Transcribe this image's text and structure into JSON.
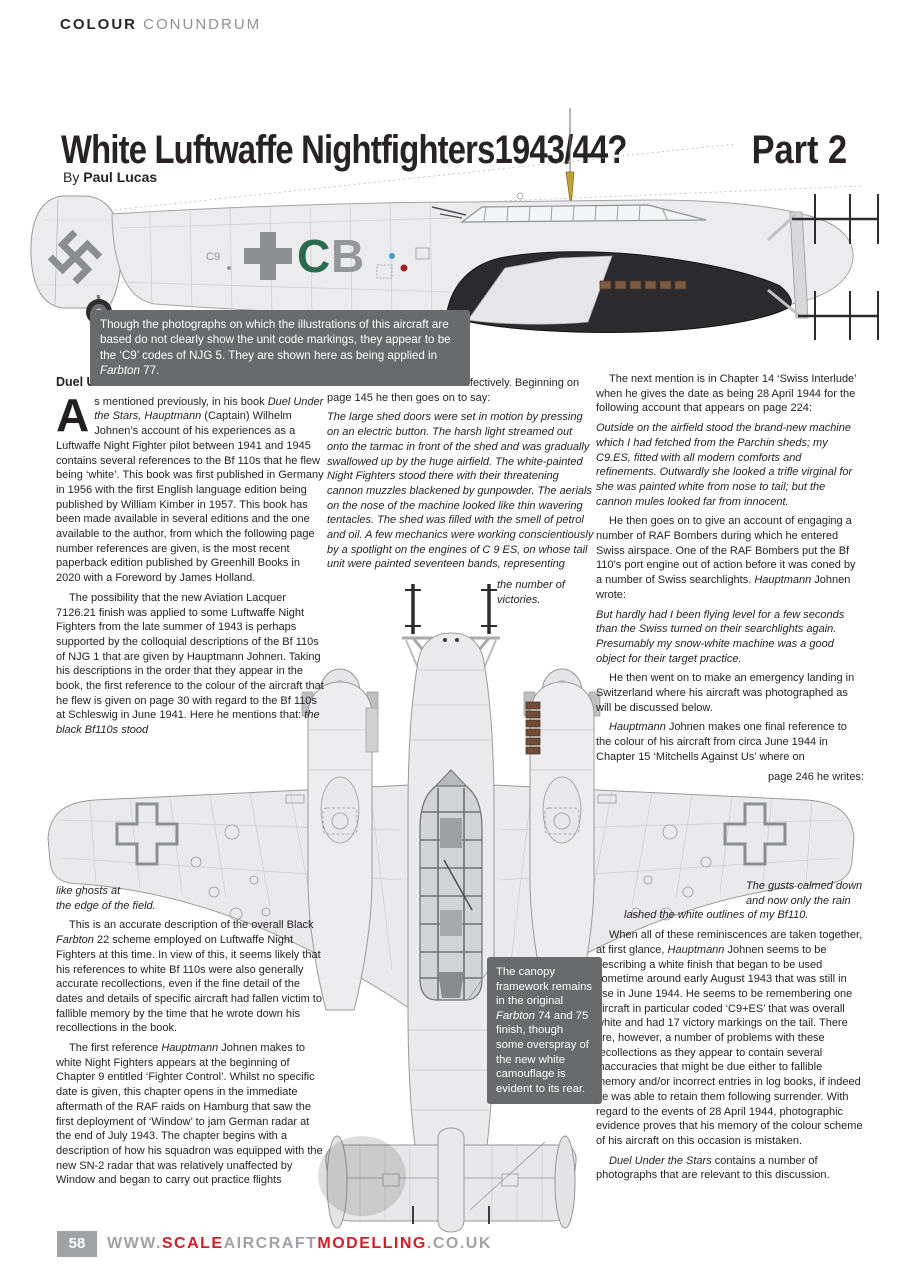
{
  "header": {
    "kicker_bold": "COLOUR",
    "kicker_light": "CONUNDRUM"
  },
  "title": {
    "main": "White Luftwaffe Nightfighters1943/44?",
    "part": "Part 2",
    "byline_prefix": "By ",
    "byline_author": "Paul Lucas"
  },
  "captions": {
    "side": [
      {
        "t": "Though the photographs on which the illustrations of this aircraft are based do not clearly show the unit code markings, they appear to be the ‘C9’ codes of NJG 5. They are shown here as being applied in "
      },
      {
        "t": "Farbton",
        "i": true
      },
      {
        "t": " 77."
      }
    ],
    "canopy": [
      {
        "t": "The canopy framework remains in the original "
      },
      {
        "t": "Farbton",
        "i": true
      },
      {
        "t": " 74 and 75 finish, though some overspray of the new white camouflage is evident to its rear."
      }
    ]
  },
  "columns": {
    "col1": {
      "heading": "Duel Under the Stars",
      "drop_cap": "A",
      "p1": [
        {
          "t": "s mentioned previously, in his book "
        },
        {
          "t": "Duel Under the Stars, Hauptmann",
          "i": true
        },
        {
          "t": " (Captain) Wilhelm Johnen’s account of his experiences as a Luftwaffe Night Fighter pilot between 1941 and 1945 contains several references to the Bf 110s that he flew being ‘white’. This book was first published in Germany in 1956 with the first English language edition being published by William Kimber in 1957. This book has been made available in several editions and the one available to the author, from which the following page number references are given, is the most recent paperback edition published by Greenhill Books in 2020 with a Foreword by James Holland."
        }
      ],
      "p2": [
        {
          "t": "The possibility that the new Aviation Lacquer 7126.21 finish was applied to some Luftwaffe Night Fighters from the late summer of 1943 is perhaps supported by the colloquial descriptions of the Bf 110s of NJG 1 that are given by Hauptmann Johnen. Taking his descriptions in the order that they appear in the book, the first reference to the colour of the aircraft that he flew is given on page 30 with regard to the Bf 110s at Schleswig in June 1941. Here he mentions that: "
        },
        {
          "t": "the black Bf110s stood",
          "i": true
        }
      ],
      "ghost_line1": "like ghosts at",
      "ghost_line2": "the edge of the field.",
      "p4": [
        {
          "t": "This is an accurate description of the overall Black "
        },
        {
          "t": "Farbton",
          "i": true
        },
        {
          "t": " 22 scheme employed on Luftwaffe Night Fighters at this time. In view of this, it seems likely that his references to white Bf 110s were also generally accurate recollections, even if the fine detail of the dates and details of specific aircraft had fallen victim to fallible memory by the time that he wrote down his recollections in the book."
        }
      ],
      "p5": [
        {
          "t": "The first reference "
        },
        {
          "t": "Hauptmann",
          "i": true
        },
        {
          "t": " Johnen makes to white Night Fighters appears at the beginning of Chapter 9 entitled ‘Fighter Control’. Whilst no specific date is given, this chapter opens in the immediate aftermath of the RAF raids on Hamburg that saw the first deployment of ‘Window’ to jam German radar at the end of July 1943.  The chapter begins with a description of how his squadron was equipped with the new SN-2 radar that was relatively unaffected by Window and began to carry out practice flights"
        }
      ]
    },
    "col2": {
      "p1": [
        {
          "t": "so as to learn how to use it effectively. Beginning on page 145 he then goes on to say:"
        }
      ],
      "quote": [
        {
          "t": "The large shed doors were set in motion by pressing on an electric button. The harsh light streamed out onto the tarmac in front of the shed and was gradually swallowed up by the huge airfield. The white-painted Night Fighters stood there with their threatening cannon muzzles blackened by gunpowder. The aerials on the nose of the machine looked like thin wavering tentacles. The shed was filled with the smell of petrol and oil. A few mechanics were working conscientiously by a spotlight on the engines of C 9 ES, on whose tail unit were painted seventeen bands, representing"
        }
      ],
      "quote_tail": "the number of victories."
    },
    "col3": {
      "p1": [
        {
          "t": "The next mention is in Chapter 14 ‘Swiss Interlude’ when he gives the date as being 28 April 1944 for the following account that appears on page 224:"
        }
      ],
      "q1": [
        {
          "t": "Outside on the airfield stood the brand-new machine which I had fetched from the Parchin sheds; my C9.ES, fitted with all modern comforts and refinements. Outwardly she looked a trifle virginal for she was painted white from nose to tail; but the cannon mules looked far from innocent."
        }
      ],
      "p2": [
        {
          "t": "He then goes on to give an account of engaging a number of RAF Bombers during which he entered Swiss airspace. One of the RAF Bombers put the Bf 110’s port engine out of action before it was coned by a number of Swiss searchlights. "
        },
        {
          "t": "Hauptmann",
          "i": true
        },
        {
          "t": " Johnen wrote:"
        }
      ],
      "q2": [
        {
          "t": "But hardly had I been flying level for a few seconds than the Swiss turned on their searchlights again. Presumably my snow-white machine was a good object for their target practice."
        }
      ],
      "p3": [
        {
          "t": "He then went on to make an emergency landing in Switzerland where his aircraft was photographed as will be discussed below."
        }
      ],
      "p4": [
        {
          "t": "Hauptmann",
          "i": true
        },
        {
          "t": " Johnen makes one final reference to the colour of his aircraft from circa June 1944 in Chapter 15 ‘Mitchells Against Us’ where on"
        }
      ],
      "p4_tail": "page 246 he writes:",
      "q3": [
        {
          "t": "The gusts calmed down and now only the rain lashed the white outlines of my Bf110."
        }
      ],
      "p5": [
        {
          "t": "When all of these reminiscences are taken together, at first glance, "
        },
        {
          "t": "Hauptmann",
          "i": true
        },
        {
          "t": " Johnen seems to be describing a white finish that began to be used sometime around early August 1943 that was still in use in June 1944. He seems to be remembering one aircraft in particular coded ‘C9+ES’ that was overall white and had 17 victory markings on the tail. There are, however, a number of problems with these recollections as they appear to contain several inaccuracies that might be due either to fallible memory and/or incorrect entries in log books, if indeed he was able to retain them following surrender. With regard to the events of 28 April 1944, photographic evidence proves that his memory of the colour scheme of his aircraft on this occasion is mistaken."
        }
      ],
      "p6": [
        {
          "t": "Duel Under the Stars",
          "i": true
        },
        {
          "t": " contains a number of photographs that are relevant to this discussion."
        }
      ]
    }
  },
  "aircraft": {
    "code_letter_c": "C",
    "code_letter_b": "B",
    "code_small": "C9"
  },
  "footer": {
    "page_number": "58",
    "url": [
      {
        "t": "WWW.",
        "c": "gray"
      },
      {
        "t": "SCALE",
        "c": "red"
      },
      {
        "t": "AIRCRAFT",
        "c": "gray"
      },
      {
        "t": "MODELLING",
        "c": "red"
      },
      {
        "t": ".CO.UK",
        "c": "gray"
      }
    ]
  }
}
